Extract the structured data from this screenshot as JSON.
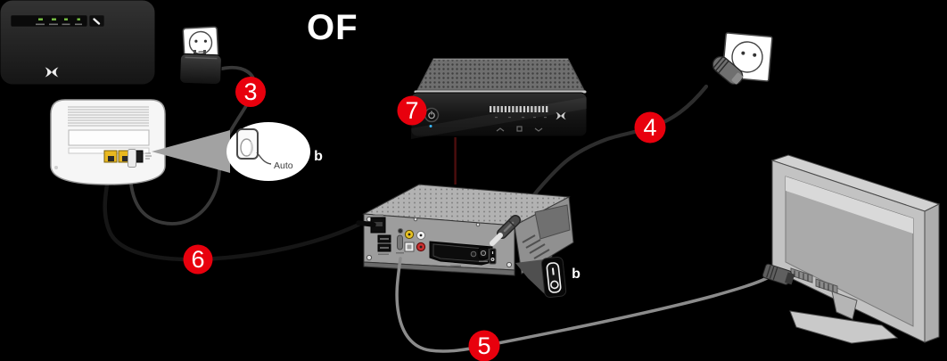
{
  "texts": {
    "alternative_label": "OF",
    "auto_mode_label": "Auto",
    "router_switch_label": "b",
    "decoder_switch_label": "b"
  },
  "steps": {
    "router_power_adapter": "3",
    "decoder_power_cable": "4",
    "scart_cable": "5",
    "ethernet_cable": "6",
    "decoder_front": "7"
  },
  "colors": {
    "background": "#000000",
    "step_badge": "#e8000d",
    "step_number": "#ffffff",
    "led_green": "#77c043",
    "led_blue": "#39b9ff",
    "ethernet_port_yellow": "#e9b820",
    "rca_yellow": "#e8c222",
    "rca_red": "#c73030",
    "scart_cable_gray": "#8b8b8b",
    "power_cable_dark": "#383838"
  },
  "icons": {
    "proximus-logo": "bowtie-cross",
    "power-button-icon": "power-symbol",
    "rocker-on-symbol": "vertical-bar",
    "rocker-off-symbol": "circle-outline",
    "outlet-face-icon": "socket-circle-two-pins"
  }
}
